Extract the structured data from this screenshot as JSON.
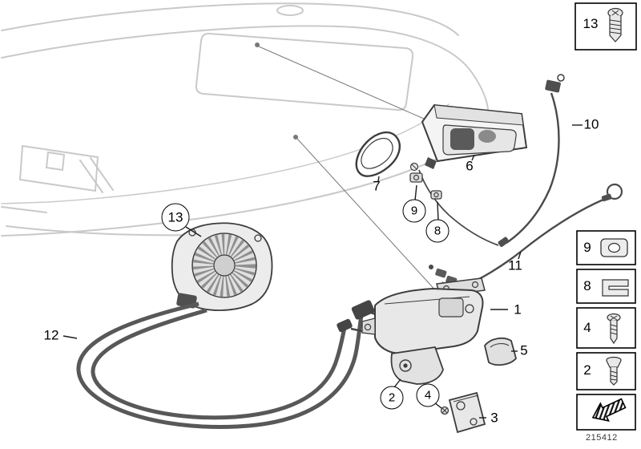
{
  "colors": {
    "background": "#ffffff",
    "car_outline": "#c9c9c9",
    "part_line": "#3c3c3c",
    "label_text": "#000000"
  },
  "callouts": {
    "lock": "1",
    "screw_lock": "2",
    "bracket_lower": "3",
    "screw_bracket": "4",
    "bracket_side": "5",
    "handle": "6",
    "gasket": "7",
    "clip": "8",
    "grommet": "9",
    "cable_upper": "10",
    "cable_release": "11",
    "cable_set": "12",
    "actuator": "13"
  },
  "legend": {
    "top": {
      "label": "13",
      "icon": "screw-icon"
    },
    "items": [
      {
        "label": "9",
        "icon": "speed-nut-icon"
      },
      {
        "label": "8",
        "icon": "clip-icon"
      },
      {
        "label": "4",
        "icon": "pan-head-screw-icon"
      },
      {
        "label": "2",
        "icon": "countersunk-screw-icon"
      },
      {
        "label": "",
        "icon": "direction-arrow-icon"
      }
    ]
  },
  "footer": {
    "drawing_number": "215412"
  }
}
